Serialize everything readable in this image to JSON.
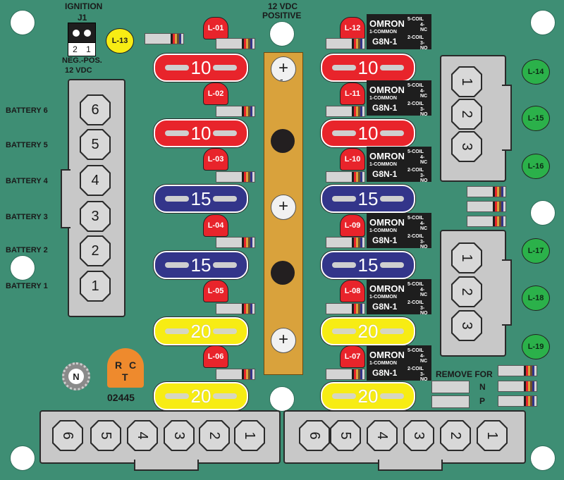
{
  "header": {
    "ignition": "IGNITION",
    "j1": "J1",
    "pin2": "2",
    "pin1": "1",
    "neg_pos": "NEG.-POS.",
    "vdc": "12 VDC",
    "bus_title_1": "12 VDC",
    "bus_title_2": "POSITIVE"
  },
  "battery_labels": [
    "BATTERY 6",
    "BATTERY 5",
    "BATTERY 4",
    "BATTERY 3",
    "BATTERY 2",
    "BATTERY 1"
  ],
  "battery_pins": [
    "6",
    "5",
    "4",
    "3",
    "2",
    "1"
  ],
  "fuses_left": [
    "10",
    "10",
    "15",
    "15",
    "20",
    "20"
  ],
  "fuses_right": [
    "10",
    "10",
    "15",
    "15",
    "20",
    "20"
  ],
  "fuse_colors": {
    "red": "#e8242b",
    "blue": "#33358a",
    "yellow": "#f7ec14"
  },
  "leds_left": [
    "L-01",
    "L-02",
    "L-03",
    "L-04",
    "L-05",
    "L-06"
  ],
  "leds_right": [
    "L-12",
    "L-11",
    "L-10",
    "L-09",
    "L-08",
    "L-07"
  ],
  "led_l13": "L-13",
  "leds_green": [
    "L-14",
    "L-15",
    "L-16",
    "L-17",
    "L-18",
    "L-19"
  ],
  "relay": {
    "brand": "OMRON",
    "common": "1-COMMON",
    "model": "G8N-1",
    "coil5": "5-COIL",
    "coil2": "2-COIL",
    "nc": "4-NC",
    "no": "3-NO"
  },
  "bus_symbols": {
    "plus": "+",
    "minus": "-"
  },
  "side_conn_pins": [
    "1",
    "2",
    "3"
  ],
  "bottom_left_pins": [
    "6",
    "5",
    "4",
    "3",
    "2",
    "1"
  ],
  "bottom_right_pins": [
    "6",
    "5",
    "4",
    "3",
    "2",
    "1"
  ],
  "remove_for": "REMOVE FOR",
  "remove_n": "N",
  "remove_p": "P",
  "logo_letters": [
    "R",
    "C",
    "T"
  ],
  "part_number": "02445",
  "n_badge": "N"
}
